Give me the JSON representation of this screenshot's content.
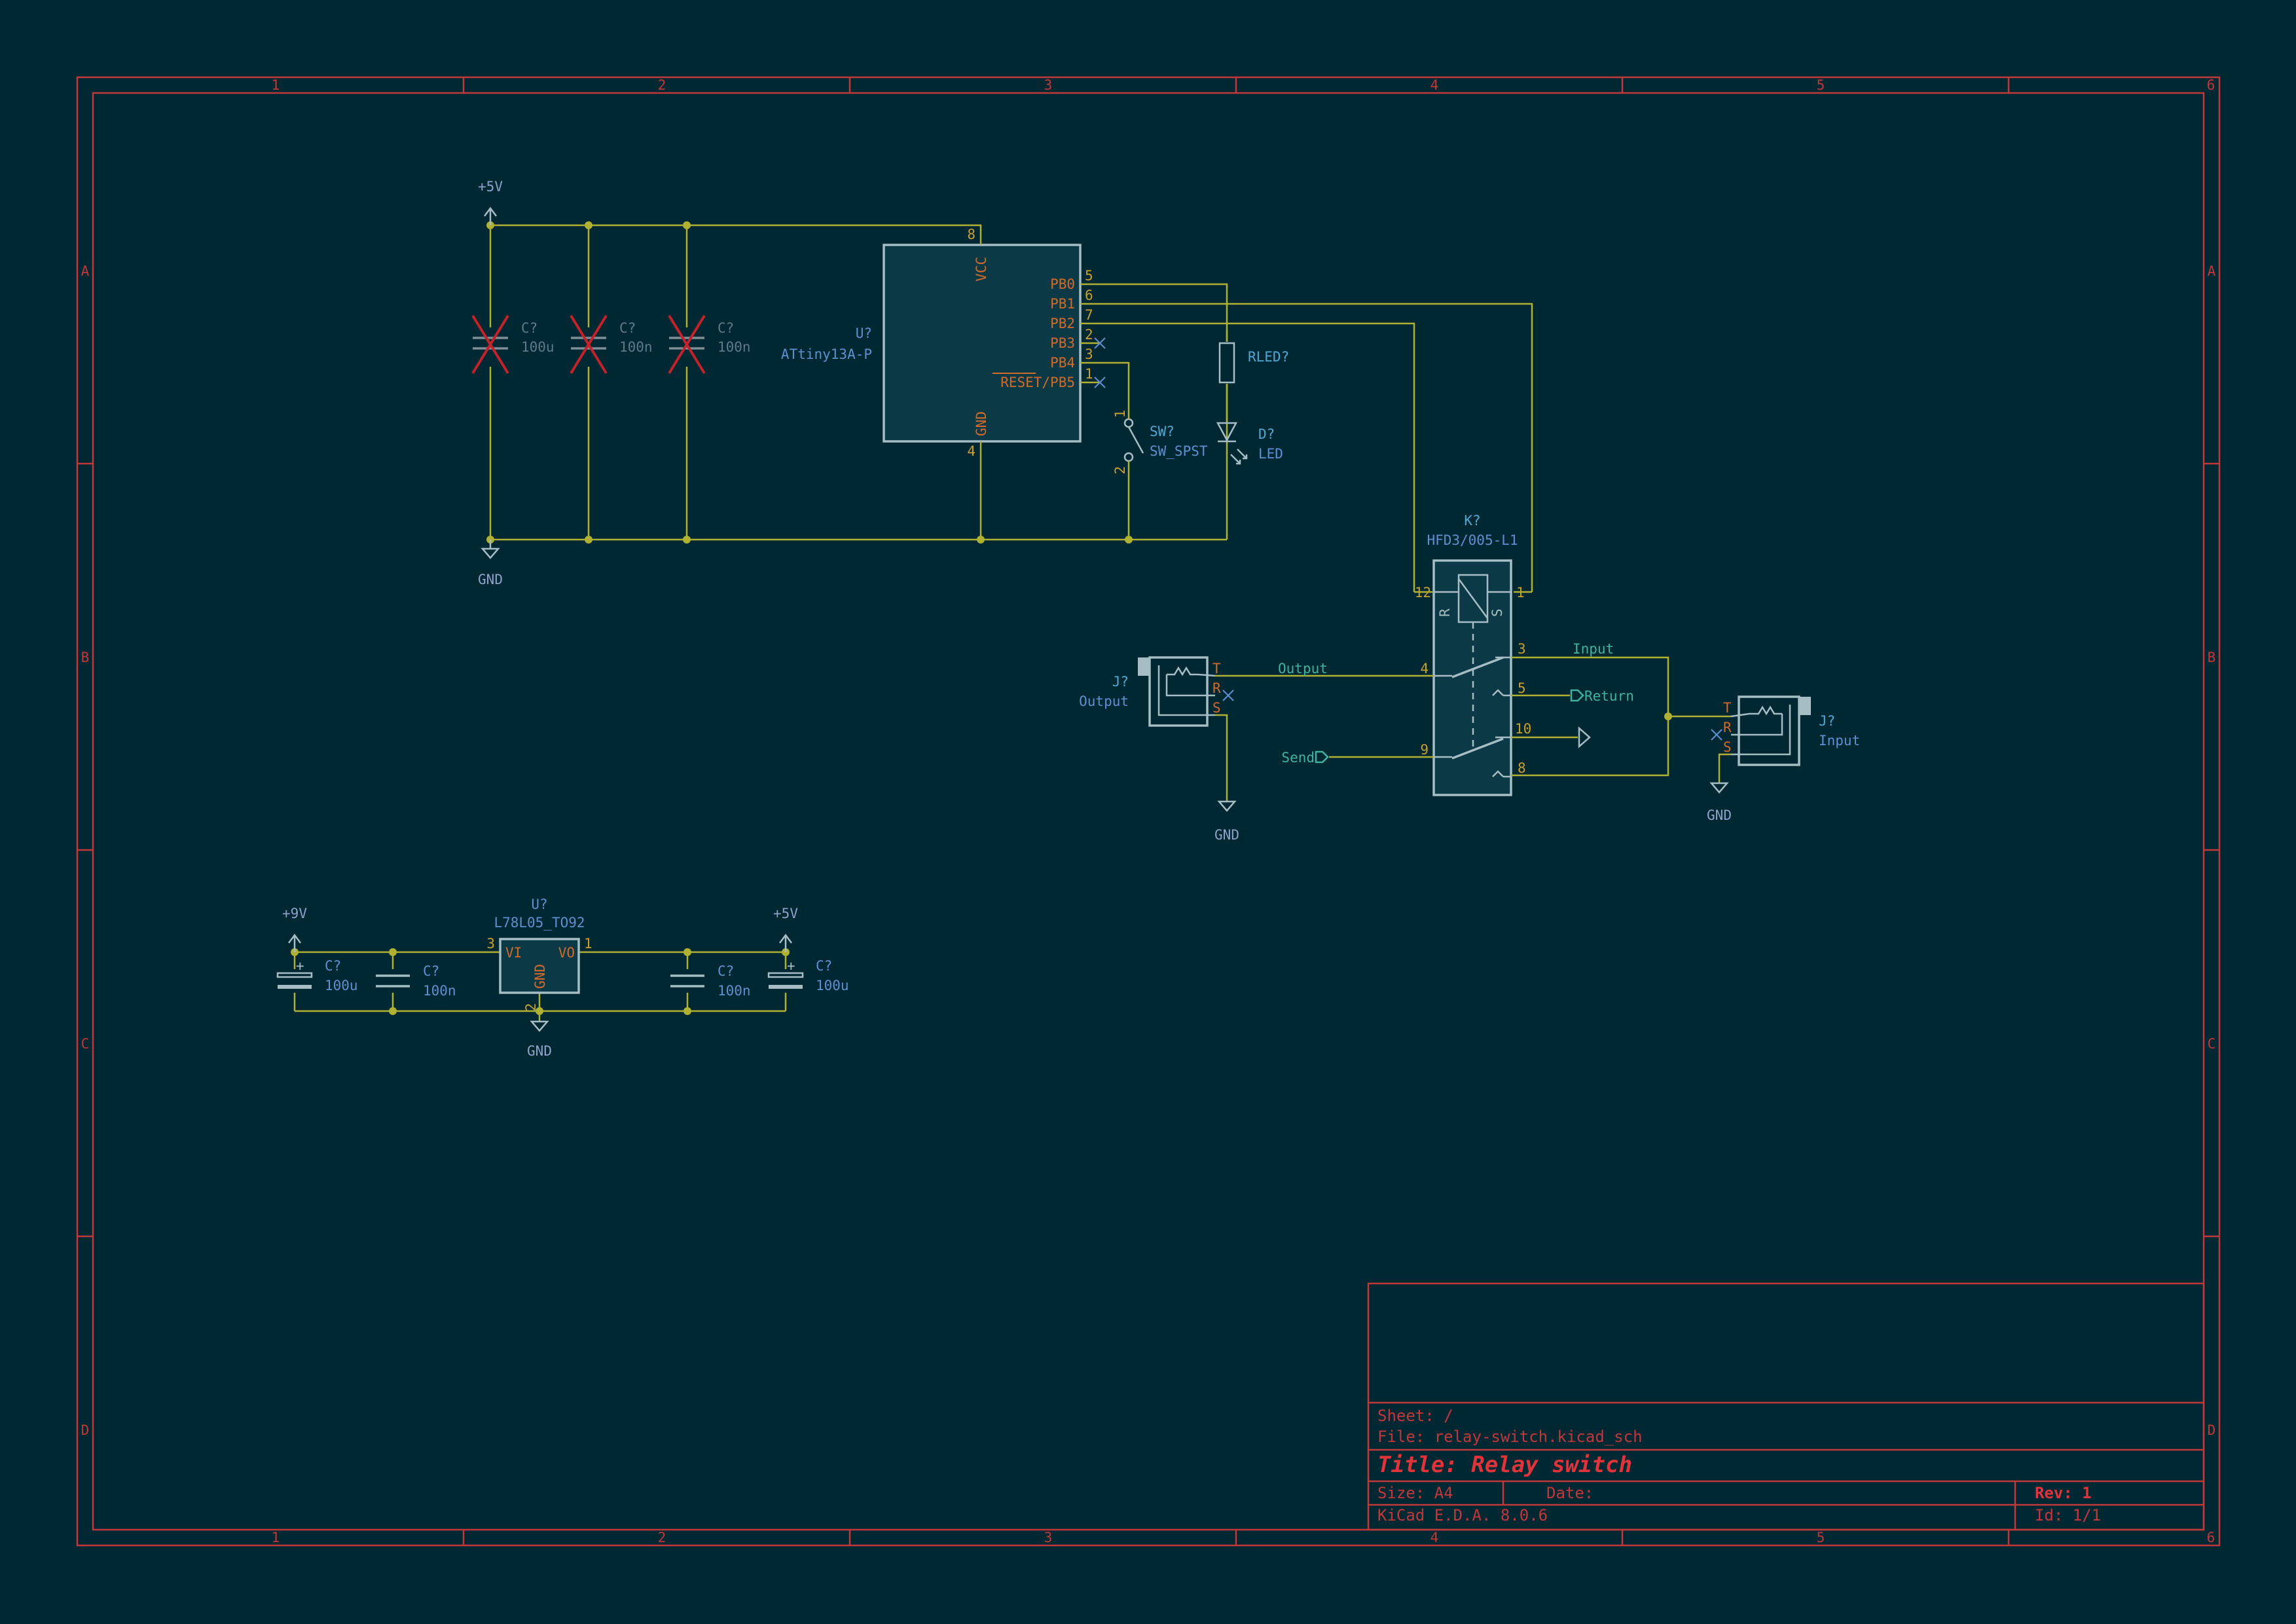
{
  "frame": {
    "columns": [
      "1",
      "2",
      "3",
      "4",
      "5",
      "6"
    ],
    "rows": [
      "A",
      "B",
      "C",
      "D"
    ]
  },
  "mcu": {
    "ref": "U?",
    "value": "ATtiny13A-P",
    "pins": {
      "vcc": {
        "name": "VCC",
        "num": "8"
      },
      "gnd": {
        "name": "GND",
        "num": "4"
      },
      "pb0": {
        "name": "PB0",
        "num": "5"
      },
      "pb1": {
        "name": "PB1",
        "num": "6"
      },
      "pb2": {
        "name": "PB2",
        "num": "7"
      },
      "pb3": {
        "name": "PB3",
        "num": "2"
      },
      "pb4": {
        "name": "PB4",
        "num": "3"
      },
      "pb5": {
        "name": "RESET/PB5",
        "num": "1"
      }
    }
  },
  "decoupling": [
    {
      "ref": "C?",
      "value": "100u"
    },
    {
      "ref": "C?",
      "value": "100n"
    },
    {
      "ref": "C?",
      "value": "100n"
    }
  ],
  "power": {
    "top_5v": "+5V",
    "top_gnd": "GND",
    "reg_9v": "+9V",
    "reg_5v": "+5V",
    "reg_gnd": "GND",
    "out_gnd": "GND",
    "in_gnd": "GND"
  },
  "resistor": {
    "ref": "RLED?"
  },
  "led": {
    "ref": "D?",
    "value": "LED"
  },
  "switch": {
    "ref": "SW?",
    "value": "SW_SPST",
    "pin1": "1",
    "pin2": "2"
  },
  "relay": {
    "ref": "K?",
    "value": "HFD3/005-L1",
    "coil_r": "R",
    "coil_s": "S",
    "pins": {
      "p12": "12",
      "p1": "1",
      "p3": "3",
      "p4": "4",
      "p5": "5",
      "p10": "10",
      "p9": "9",
      "p8": "8"
    }
  },
  "jack_output": {
    "ref": "J?",
    "value": "Output",
    "t": "T",
    "r": "R",
    "s": "S"
  },
  "jack_input": {
    "ref": "J?",
    "value": "Input",
    "t": "T",
    "r": "R",
    "s": "S"
  },
  "nets": {
    "output": "Output",
    "input": "Input",
    "return": "Return",
    "send": "Send"
  },
  "regulator": {
    "ref": "U?",
    "value": "L78L05_TO92",
    "vi": "VI",
    "vo": "VO",
    "gnd": "GND",
    "pin_in": "3",
    "pin_out": "1",
    "pin_gnd": "2"
  },
  "reg_caps": [
    {
      "ref": "C?",
      "value": "100u"
    },
    {
      "ref": "C?",
      "value": "100n"
    },
    {
      "ref": "C?",
      "value": "100n"
    },
    {
      "ref": "C?",
      "value": "100u"
    }
  ],
  "title_block": {
    "sheet": "Sheet: /",
    "file": "File: relay-switch.kicad_sch",
    "title": "Title: Relay switch",
    "size": "Size: A4",
    "date": "Date:",
    "rev": "Rev: 1",
    "tool": "KiCad E.D.A. 8.0.6",
    "id": "Id: 1/1"
  },
  "colors": {
    "background": "#002833",
    "frame": "#c2373a",
    "wire": "#b0b032",
    "body": "#a6bdc6",
    "pin_number": "#c9a030",
    "pin_name": "#d26a2a",
    "reference": "#5f8fd0",
    "net_label": "#3fb2a4",
    "dnp_cross": "#c2232a"
  }
}
